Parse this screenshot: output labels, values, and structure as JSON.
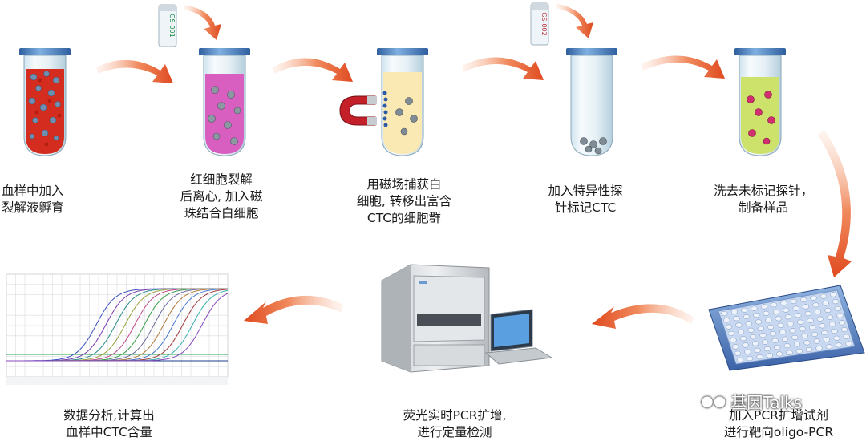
{
  "steps": [
    {
      "lines": [
        "血样中加入",
        "裂解液孵育"
      ]
    },
    {
      "lines": [
        "红细胞裂解",
        "后离心, 加入磁",
        "珠结合白细胞"
      ]
    },
    {
      "lines": [
        "用磁场捕获白",
        "细胞, 转移出富含",
        "CTC的细胞群"
      ]
    },
    {
      "lines": [
        "加入特异性探",
        "针标记CTC"
      ]
    },
    {
      "lines": [
        "洗去未标记探针，",
        "制备样品"
      ]
    },
    {
      "lines": [
        "加入PCR扩增试剂",
        "进行靶向oligo-PCR"
      ]
    },
    {
      "lines": [
        "荧光实时PCR扩增,",
        "进行定量检测"
      ]
    },
    {
      "lines": [
        "数据分析,计算出",
        "血样中CTC含量"
      ]
    }
  ],
  "reagent_vials": [
    {
      "label": "GS-001"
    },
    {
      "label": "GS-002"
    }
  ],
  "watermark": {
    "text": "基因Talks",
    "icon": "wechat-icon"
  },
  "colors": {
    "arrow": "#e8542a",
    "blood": "#d42c1e",
    "pink": "#d85fc0",
    "cream": "#fbe9b4",
    "lime": "#cde26a",
    "tube_cap": "#4a7fc1",
    "magnet_red": "#c4202a",
    "bead_gray": "#8a9098"
  }
}
